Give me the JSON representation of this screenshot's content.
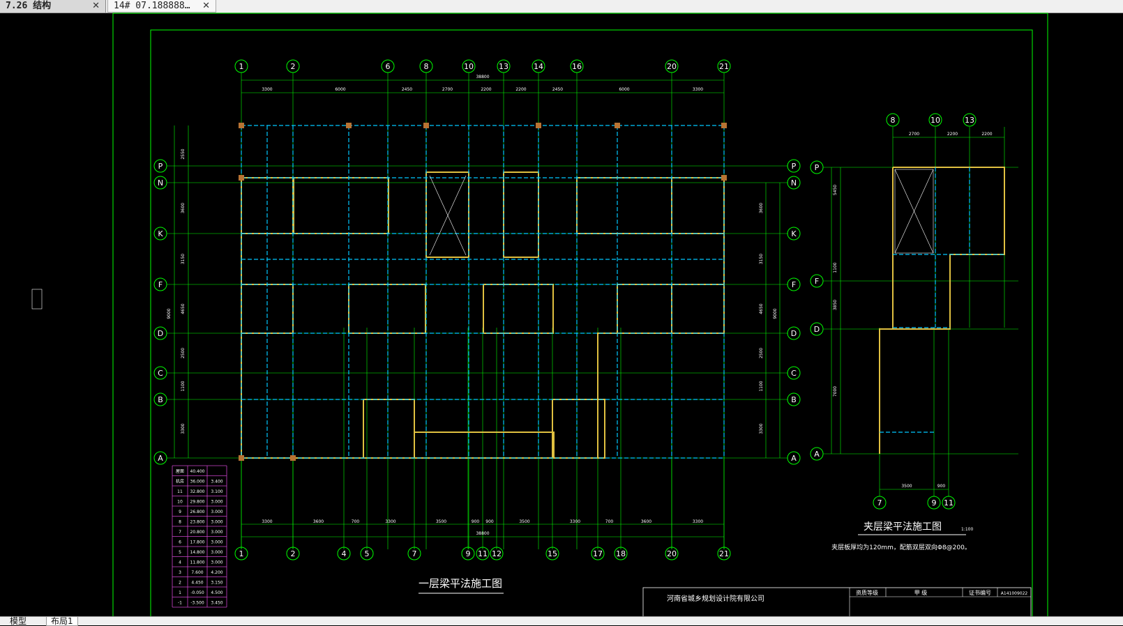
{
  "tabs": [
    {
      "label": "7.26 结构",
      "active": true
    },
    {
      "label": "14# 07.188888…",
      "active": false
    }
  ],
  "layout_tabs": [
    "模型",
    "布局1"
  ],
  "colors": {
    "background": "#000000",
    "frame": "#00ff00",
    "axis_line": "#ff3030",
    "beam": "#00c8ff",
    "wall": "#e0c040",
    "text": "#ffffff",
    "table": "#cc44cc"
  },
  "main_plan": {
    "title": "一层梁平法施工图",
    "top_axes": [
      "1",
      "2",
      "6",
      "8",
      "10",
      "13",
      "14",
      "16",
      "20",
      "21"
    ],
    "bottom_axes": [
      "1",
      "2",
      "4",
      "5",
      "7",
      "9",
      "11",
      "12",
      "15",
      "17",
      "18",
      "20",
      "21"
    ],
    "row_axes": [
      "P",
      "N",
      "K",
      "F",
      "D",
      "C",
      "B",
      "A"
    ],
    "top_total": "38800",
    "top_dims": [
      "3300",
      "6000",
      "2450",
      "2700",
      "2200",
      "2200",
      "2450",
      "6000",
      "3300"
    ],
    "bottom_total": "38800",
    "bottom_dims": [
      "3300",
      "3600",
      "700",
      "3300",
      "3500",
      "900",
      "900",
      "3500",
      "3300",
      "700",
      "3600",
      "3300"
    ],
    "left_dims": [
      "2550",
      "3600",
      "3150",
      "4650",
      "2500",
      "1100",
      "3300"
    ],
    "left_total": "9000",
    "right_dims": [
      "3600",
      "3150",
      "4650",
      "2500",
      "1100",
      "3300"
    ],
    "right_total": "9000"
  },
  "side_plan": {
    "title": "夹层梁平法施工图",
    "scale": "1:100",
    "note": "夹层板厚均为120mm，配筋双层双向Φ8@200。",
    "top_axes": [
      "8",
      "10",
      "13"
    ],
    "top_dims": [
      "2700",
      "2200",
      "2200"
    ],
    "bottom_axes": [
      "7",
      "9",
      "11"
    ],
    "bottom_dims": [
      "3500",
      "900"
    ],
    "row_axes": [
      "P",
      "F",
      "D",
      "A"
    ],
    "left_dims": [
      "5450",
      "1100",
      "3850",
      "7000"
    ]
  },
  "floor_table": {
    "rows": [
      [
        "屋面",
        "40.400",
        ""
      ],
      [
        "机房",
        "36.000",
        "3.400"
      ],
      [
        "11",
        "32.800",
        "3.100"
      ],
      [
        "10",
        "29.800",
        "3.000"
      ],
      [
        "9",
        "26.800",
        "3.000"
      ],
      [
        "8",
        "23.800",
        "3.000"
      ],
      [
        "7",
        "20.800",
        "3.000"
      ],
      [
        "6",
        "17.800",
        "3.000"
      ],
      [
        "5",
        "14.800",
        "3.000"
      ],
      [
        "4",
        "11.800",
        "3.000"
      ],
      [
        "3",
        "7.600",
        "4.200"
      ],
      [
        "2",
        "4.450",
        "3.150"
      ],
      [
        "1",
        "-0.050",
        "4.500"
      ],
      [
        "-1",
        "-3.500",
        "3.450"
      ]
    ]
  },
  "title_block": {
    "company": "河南省城乡规划设计院有限公司",
    "c1": "资质等级",
    "c2": "甲 级",
    "c3": "证书编号",
    "c4": "A141009022"
  }
}
